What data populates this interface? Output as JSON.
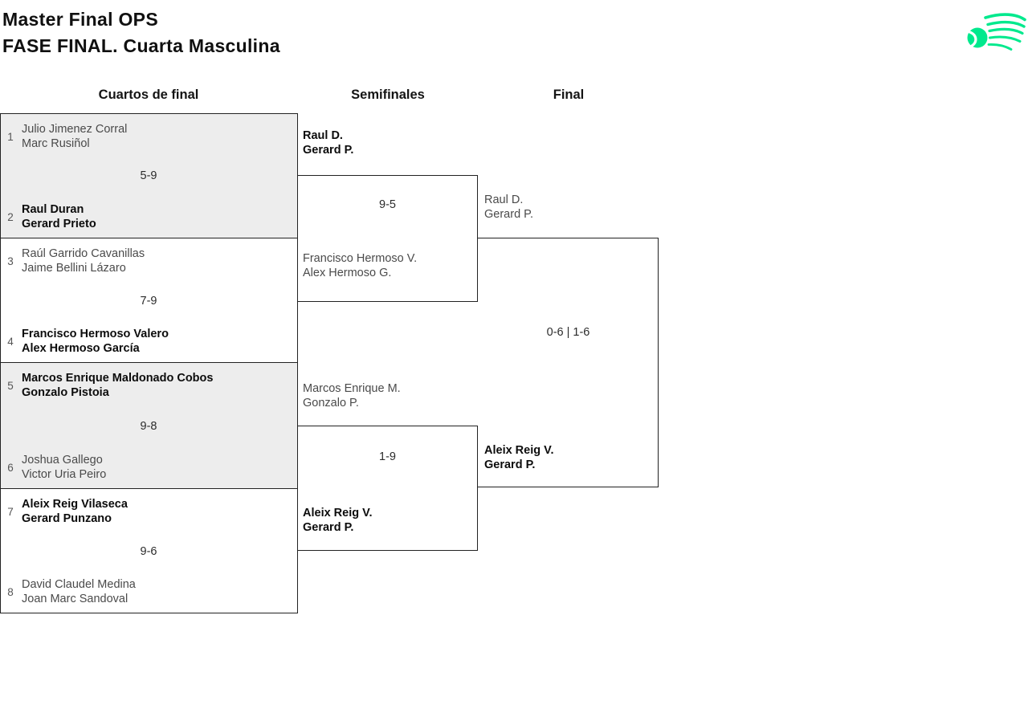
{
  "page": {
    "title_line1": "Master Final OPS",
    "title_line2": "FASE FINAL. Cuarta Masculina"
  },
  "logo": {
    "icon": "tennis-ball-swoosh",
    "color": "#00E98D"
  },
  "colors": {
    "accent_green": "#00E98D",
    "shaded_match_bg": "#ededed",
    "bracket_line": "#222222",
    "winner_text": "#0c0c0c",
    "loser_text": "#4a4a4a",
    "seed_text": "#555555"
  },
  "columns": {
    "quarterfinals": "Cuartos de final",
    "semifinals": "Semifinales",
    "final": "Final"
  },
  "quarterfinals": [
    {
      "seed_top": "1",
      "top_line1": "Julio Jimenez Corral",
      "top_line2": "Marc Rusiñol",
      "score": "5-9",
      "seed_bottom": "2",
      "bottom_line1": "Raul Duran",
      "bottom_line2": "Gerard Prieto"
    },
    {
      "seed_top": "3",
      "top_line1": "Raúl Garrido Cavanillas",
      "top_line2": "Jaime Bellini Lázaro",
      "score": "7-9",
      "seed_bottom": "4",
      "bottom_line1": "Francisco Hermoso Valero",
      "bottom_line2": "Alex Hermoso García"
    },
    {
      "seed_top": "5",
      "top_line1": "Marcos Enrique Maldonado Cobos",
      "top_line2": "Gonzalo Pistoia",
      "score": "9-8",
      "seed_bottom": "6",
      "bottom_line1": "Joshua Gallego",
      "bottom_line2": "Victor Uria Peiro"
    },
    {
      "seed_top": "7",
      "top_line1": "Aleix Reig Vilaseca",
      "top_line2": "Gerard Punzano",
      "score": "9-6",
      "seed_bottom": "8",
      "bottom_line1": "David Claudel Medina",
      "bottom_line2": "Joan Marc Sandoval"
    }
  ],
  "semifinals": [
    {
      "top_line1": "Raul D.",
      "top_line2": "Gerard P.",
      "score": "9-5",
      "bottom_line1": "Francisco Hermoso V.",
      "bottom_line2": "Alex Hermoso G."
    },
    {
      "top_line1": "Marcos Enrique M.",
      "top_line2": "Gonzalo P.",
      "score": "1-9",
      "bottom_line1": "Aleix Reig V.",
      "bottom_line2": "Gerard P."
    }
  ],
  "final": {
    "top_line1": "Raul D.",
    "top_line2": "Gerard P.",
    "score": "0-6 | 1-6",
    "bottom_line1": "Aleix Reig V.",
    "bottom_line2": "Gerard P."
  }
}
